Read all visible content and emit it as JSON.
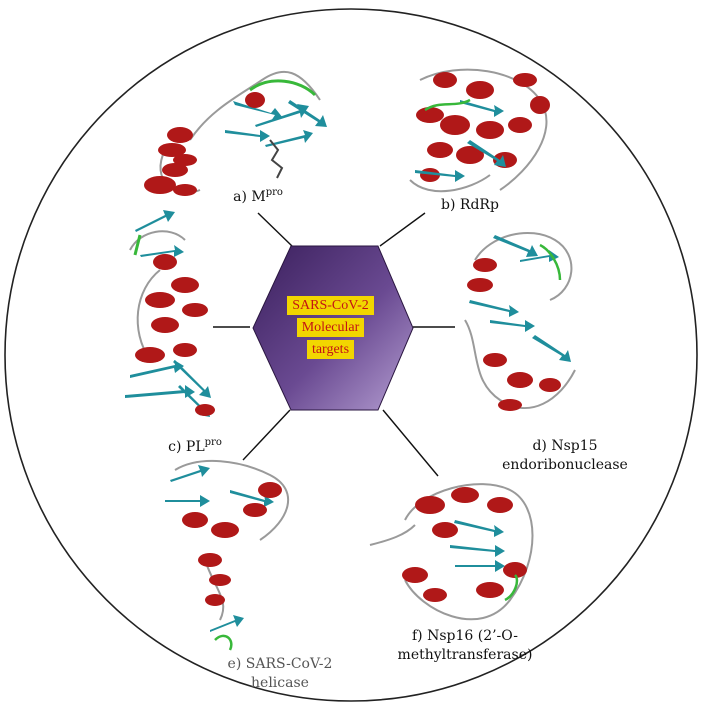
{
  "center": {
    "line1": "SARS-CoV-2",
    "line2": "Molecular",
    "line3": "targets"
  },
  "targets": [
    {
      "id": "a",
      "prefix": "a) M",
      "sup": "pro"
    },
    {
      "id": "b",
      "prefix": "b) RdRp"
    },
    {
      "id": "c",
      "prefix": "c) PL",
      "sup": "pro"
    },
    {
      "id": "d",
      "line1": "d) Nsp15",
      "line2": "endoribonuclease"
    },
    {
      "id": "e",
      "line1": "e) SARS-CoV-2",
      "line2": "helicase"
    },
    {
      "id": "f",
      "line1": "f) Nsp16 (2’-O-",
      "line2": "methyltransferase)"
    }
  ],
  "colors": {
    "helix": "#b01818",
    "sheet": "#1f8e9c",
    "coil": "#9a9a9a",
    "turn": "#38b83a",
    "hexagon_dark": "#3a1f5c",
    "hexagon_light": "#a98fc9",
    "label_bg": "#f2d600",
    "label_text": "#c41414"
  }
}
